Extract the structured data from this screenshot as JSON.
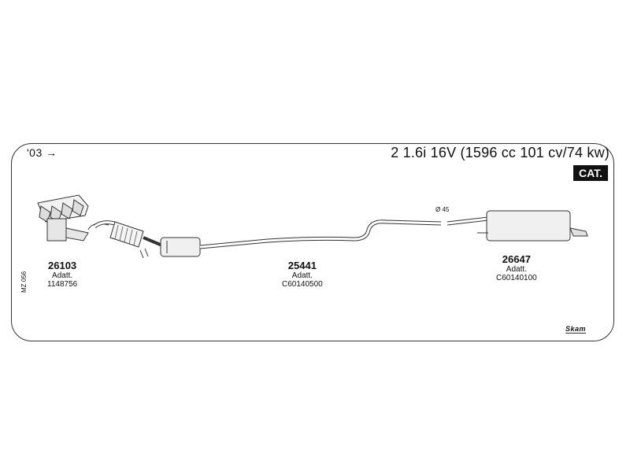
{
  "header": {
    "year_label": "'03 →",
    "engine_title": "2 1.6i 16V (1596 cc 101 cv/74 kw)",
    "cat_badge": "CAT."
  },
  "parts": [
    {
      "number": "26103",
      "label": "Adatt.",
      "code": "1148756"
    },
    {
      "number": "25441",
      "label": "Adatt.",
      "code": "C60140500"
    },
    {
      "number": "26647",
      "label": "Adatt.",
      "code": "C60140100"
    }
  ],
  "diameter_label": "Ø 45",
  "side_code": "MZ 056",
  "brand_logo": "Skam"
}
